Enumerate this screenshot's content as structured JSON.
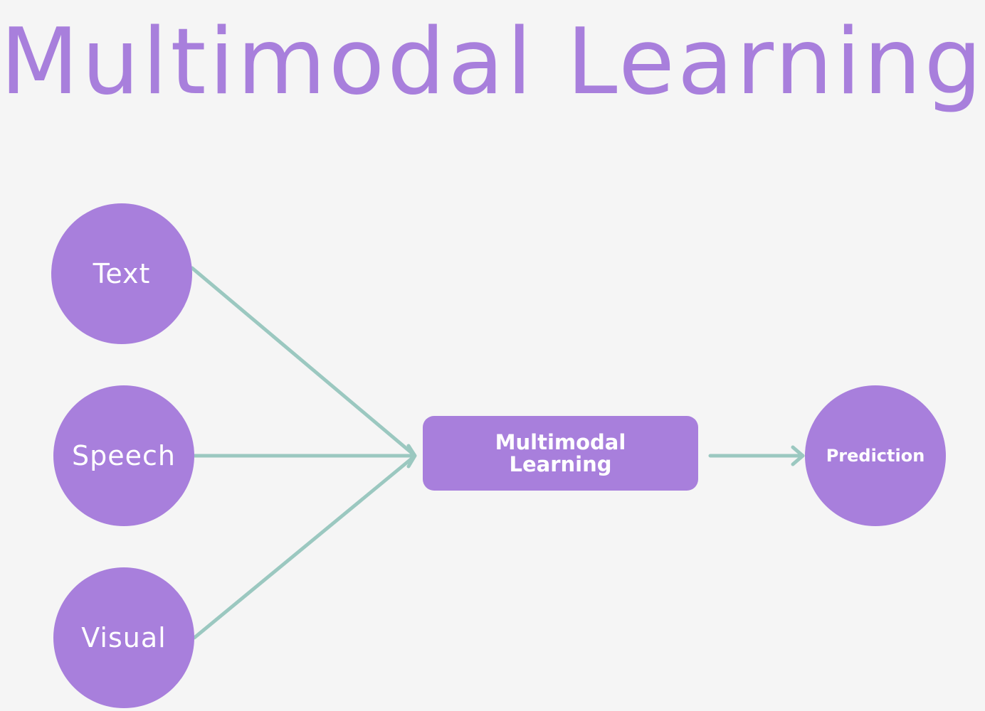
{
  "title": "Multimodal Learning",
  "inputs": [
    "Text",
    "Speech",
    "Visual"
  ],
  "center": {
    "line1": "Multimodal",
    "line2": "Learning"
  },
  "output": "Prediction",
  "colors": {
    "node": "#a87fdc",
    "arrow": "#9bc8c0",
    "background": "#f5f5f5"
  }
}
